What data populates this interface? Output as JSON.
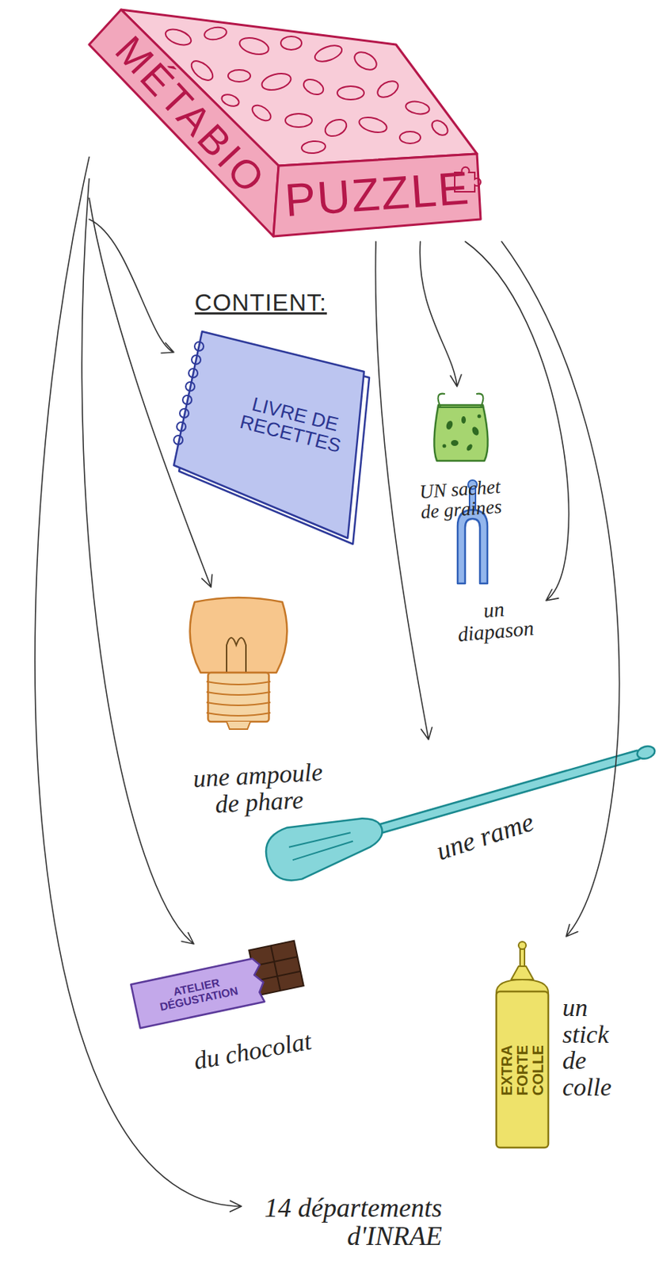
{
  "diagram": {
    "nodes": [
      {
        "text": [
          "MÉTABIO",
          "PUZZLE"
        ]
      },
      {
        "text": [
          "LIVRE DE RECETTES"
        ]
      },
      {
        "text": [
          "UN sachet de graines"
        ]
      },
      {
        "text": [
          "une ampoule de phare"
        ]
      },
      {
        "text": [
          "un diapason"
        ]
      },
      {
        "text": [
          "une rame"
        ]
      },
      {
        "text": [
          "ATELIER DÉGUSTATION",
          "du chocolat"
        ]
      },
      {
        "text": [
          "EXTRA FORTE COLLE",
          "un stick de colle"
        ]
      },
      {
        "text": [
          "14 départements d'INRAE"
        ]
      }
    ],
    "edges": [
      {
        "from": 0,
        "to": 1,
        "arrow": "to"
      },
      {
        "from": 0,
        "to": 2,
        "arrow": "to"
      },
      {
        "from": 0,
        "to": 3,
        "arrow": "to"
      },
      {
        "from": 0,
        "to": 4,
        "arrow": "to"
      },
      {
        "from": 0,
        "to": 5,
        "arrow": "to"
      },
      {
        "from": 0,
        "to": 6,
        "arrow": "to"
      },
      {
        "from": 0,
        "to": 7,
        "arrow": "to"
      },
      {
        "from": 0,
        "to": 8,
        "arrow": "to"
      }
    ],
    "labels": [
      "CONTIENT:"
    ]
  }
}
